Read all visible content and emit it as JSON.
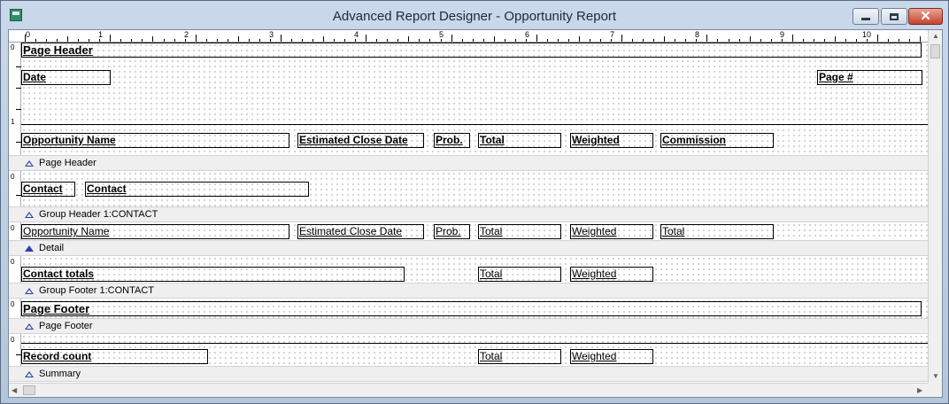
{
  "window": {
    "title": "Advanced Report Designer - Opportunity Report"
  },
  "ruler": {
    "horizontal": [
      "0",
      "1",
      "2",
      "3",
      "4",
      "5",
      "6",
      "7",
      "8",
      "9",
      "10"
    ],
    "vertical_zero": "0",
    "vertical_one": "1"
  },
  "sections": {
    "page_header": {
      "label": "Page Header",
      "fields": {
        "title": "Page Header",
        "date": "Date",
        "page_no": "Page #",
        "opportunity_name": "Opportunity Name",
        "estimated_close_date": "Estimated Close Date",
        "prob": "Prob.",
        "total": "Total",
        "weighted": "Weighted",
        "commission": "Commission"
      }
    },
    "group_header": {
      "label": "Group Header 1:CONTACT",
      "fields": {
        "contact_label": "Contact",
        "contact_value": "Contact"
      }
    },
    "detail": {
      "label": "Detail",
      "fields": {
        "opportunity_name": "Opportunity Name",
        "estimated_close_date": "Estimated Close Date",
        "prob": "Prob.",
        "total": "Total",
        "weighted": "Weighted",
        "commission_total": "Total"
      }
    },
    "group_footer": {
      "label": "Group Footer 1:CONTACT",
      "fields": {
        "contact_totals": "Contact totals",
        "total": "Total",
        "weighted": "Weighted"
      }
    },
    "page_footer": {
      "label": "Page Footer",
      "fields": {
        "title": "Page Footer"
      }
    },
    "summary": {
      "label": "Summary",
      "fields": {
        "record_count": "Record count",
        "total": "Total",
        "weighted": "Weighted"
      }
    }
  },
  "icons": {
    "app": "report-designer-icon",
    "minimize": "minimize-icon",
    "maximize": "maximize-icon",
    "close": "close-icon",
    "section_toggle": "triangle-up-icon"
  }
}
